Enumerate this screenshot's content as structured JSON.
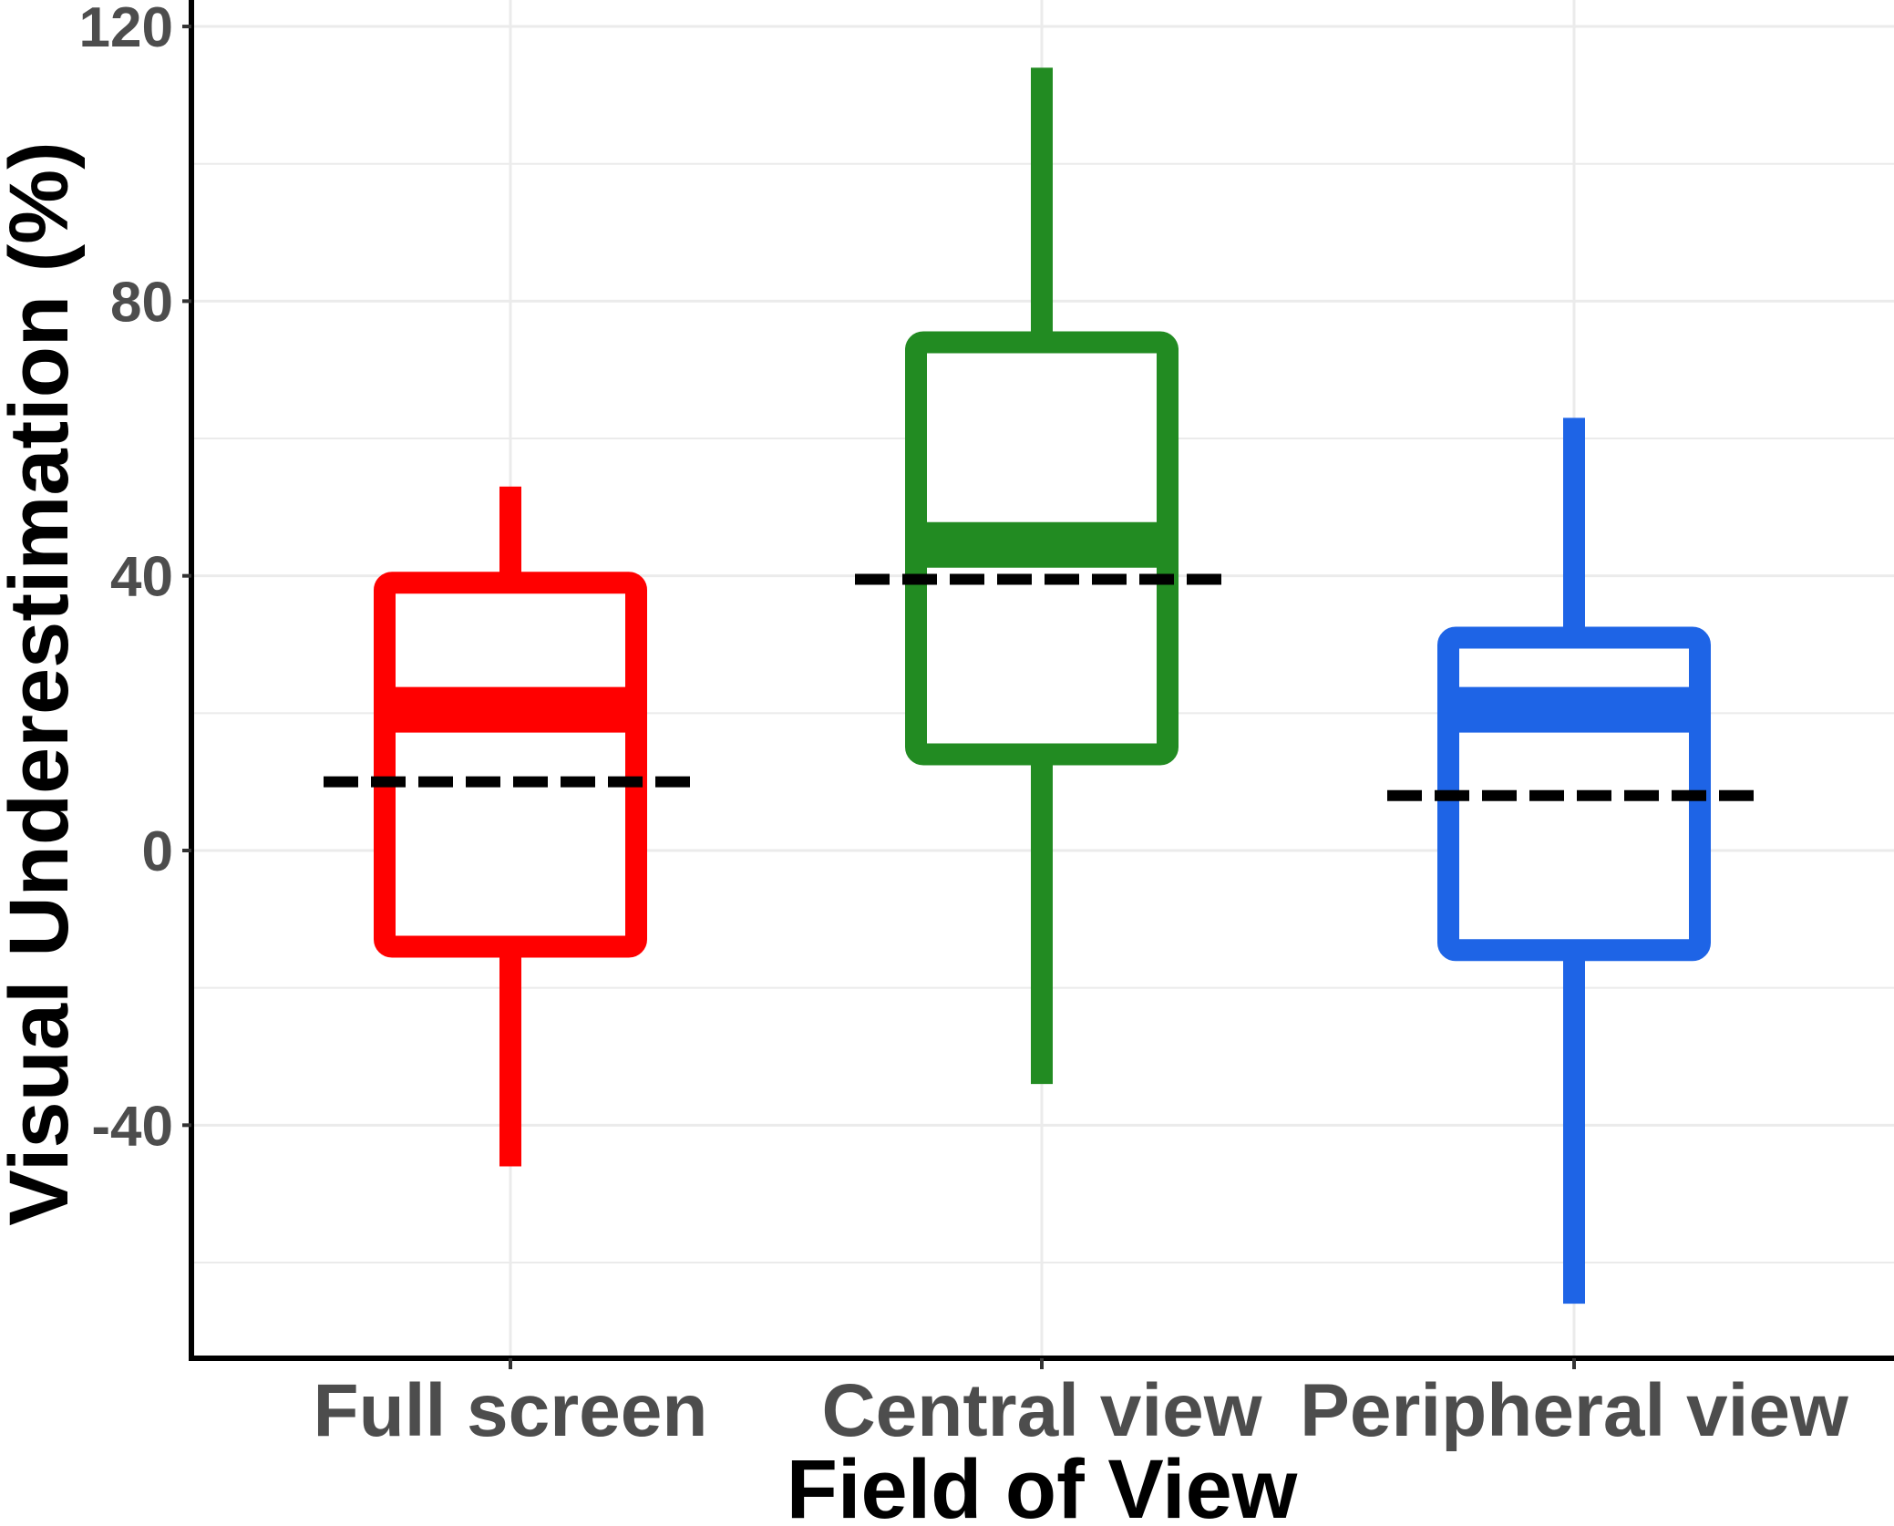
{
  "chart_data": {
    "type": "box",
    "title": "",
    "xlabel": "Field of View",
    "ylabel": "Visual Underestimation (%)",
    "ylim": [
      -70,
      120
    ],
    "yticks": [
      -40,
      0,
      40,
      80,
      120
    ],
    "grid": true,
    "legend": "none",
    "categories": [
      "Full screen",
      "Central view",
      "Peripheral view"
    ],
    "colors": [
      "#ff0000",
      "#228b22",
      "#1e64e6"
    ],
    "boxes": [
      {
        "category": "Full screen",
        "whisker_low": -46,
        "q1": -14,
        "median": 20.5,
        "q3": 39,
        "whisker_high": 53,
        "mean": 10
      },
      {
        "category": "Central view",
        "whisker_low": -34,
        "q1": 14,
        "median": 44.5,
        "q3": 74,
        "whisker_high": 114,
        "mean": 39.5
      },
      {
        "category": "Peripheral view",
        "whisker_low": -66,
        "q1": -14.5,
        "median": 20.5,
        "q3": 31,
        "whisker_high": 63,
        "mean": 8
      }
    ]
  }
}
